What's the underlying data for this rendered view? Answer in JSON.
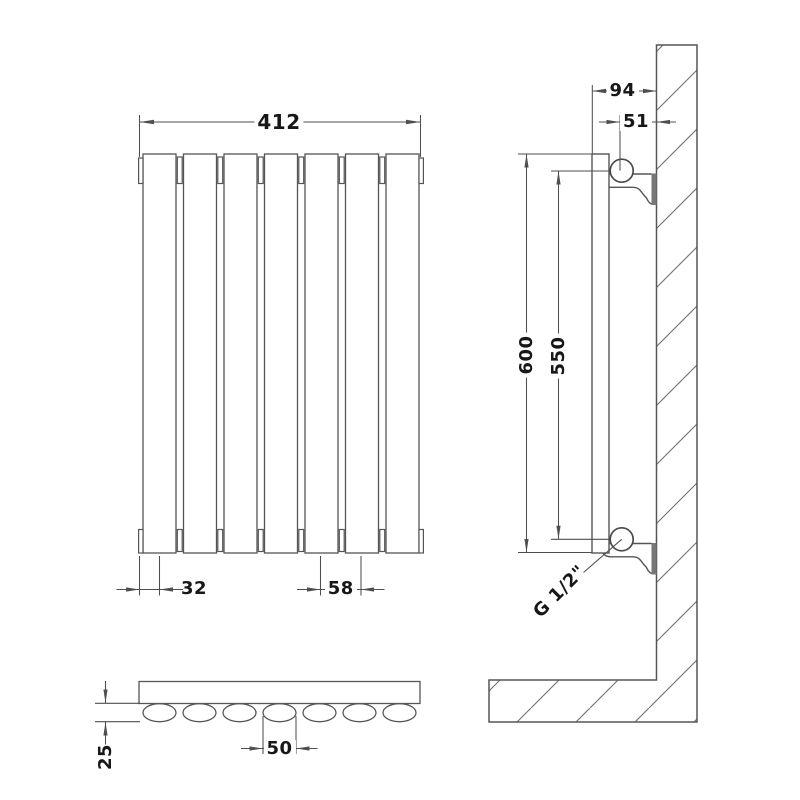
{
  "drawing": {
    "subject": "panel-radiator-technical-drawing",
    "views": {
      "front_view": "radiator front elevation",
      "side_view": "radiator side section on wall",
      "top_view": "radiator plan section"
    },
    "colors": {
      "line": "#555555",
      "hatch": "#6f6f6f",
      "text": "#171717",
      "background": "#ffffff"
    }
  },
  "dims": {
    "front_width": "412",
    "front_edge_offset": "32",
    "front_panel_pitch": "58",
    "side_bracket_depth": "94",
    "side_pipe_to_wall": "51",
    "side_height": "600",
    "side_pipe_spacing": "550",
    "side_connection": "G 1/2\"",
    "top_tube_width": "50",
    "top_depth": "25"
  }
}
